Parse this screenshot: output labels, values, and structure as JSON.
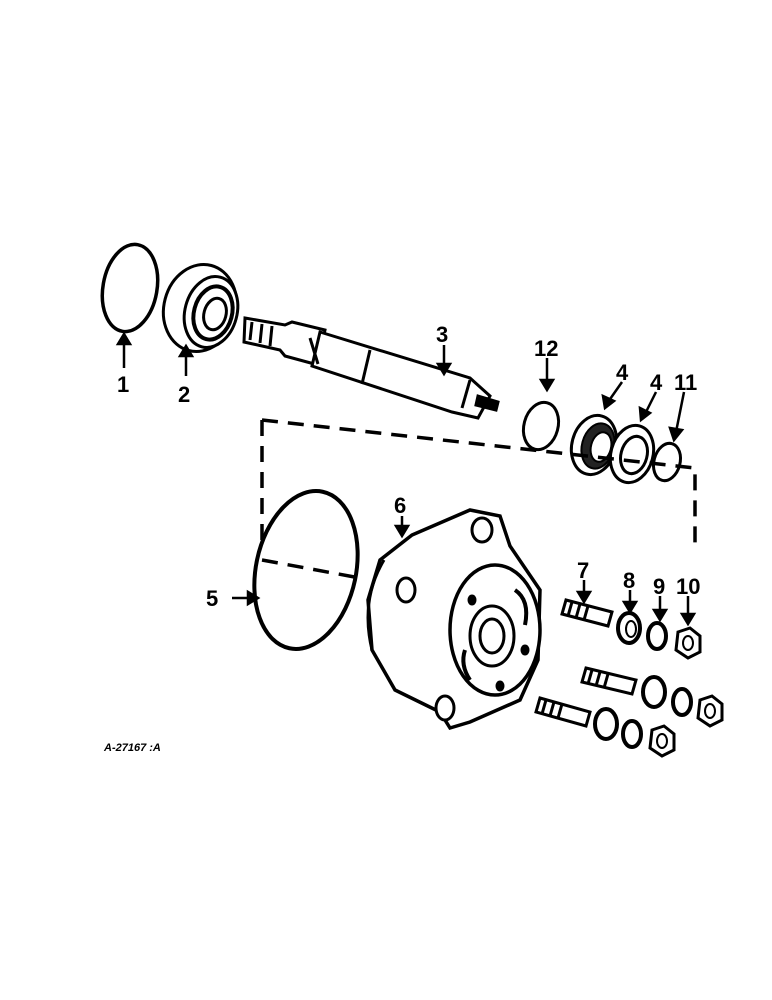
{
  "diagram": {
    "figure_id": "A-27167 :A",
    "parts": [
      {
        "callout": "1",
        "icon": "snap-ring-icon"
      },
      {
        "callout": "2",
        "icon": "ball-bearing-icon"
      },
      {
        "callout": "3",
        "icon": "shaft-icon"
      },
      {
        "callout": "12",
        "icon": "snap-ring-icon"
      },
      {
        "callout": "4",
        "icon": "oil-seal-icon"
      },
      {
        "callout": "4",
        "icon": "oil-seal-icon"
      },
      {
        "callout": "11",
        "icon": "o-ring-icon"
      },
      {
        "callout": "5",
        "icon": "gasket-ring-icon"
      },
      {
        "callout": "6",
        "icon": "pump-cover-icon"
      },
      {
        "callout": "7",
        "icon": "stud-icon"
      },
      {
        "callout": "8",
        "icon": "washer-icon"
      },
      {
        "callout": "9",
        "icon": "lock-washer-icon"
      },
      {
        "callout": "10",
        "icon": "hex-nut-icon"
      }
    ]
  }
}
